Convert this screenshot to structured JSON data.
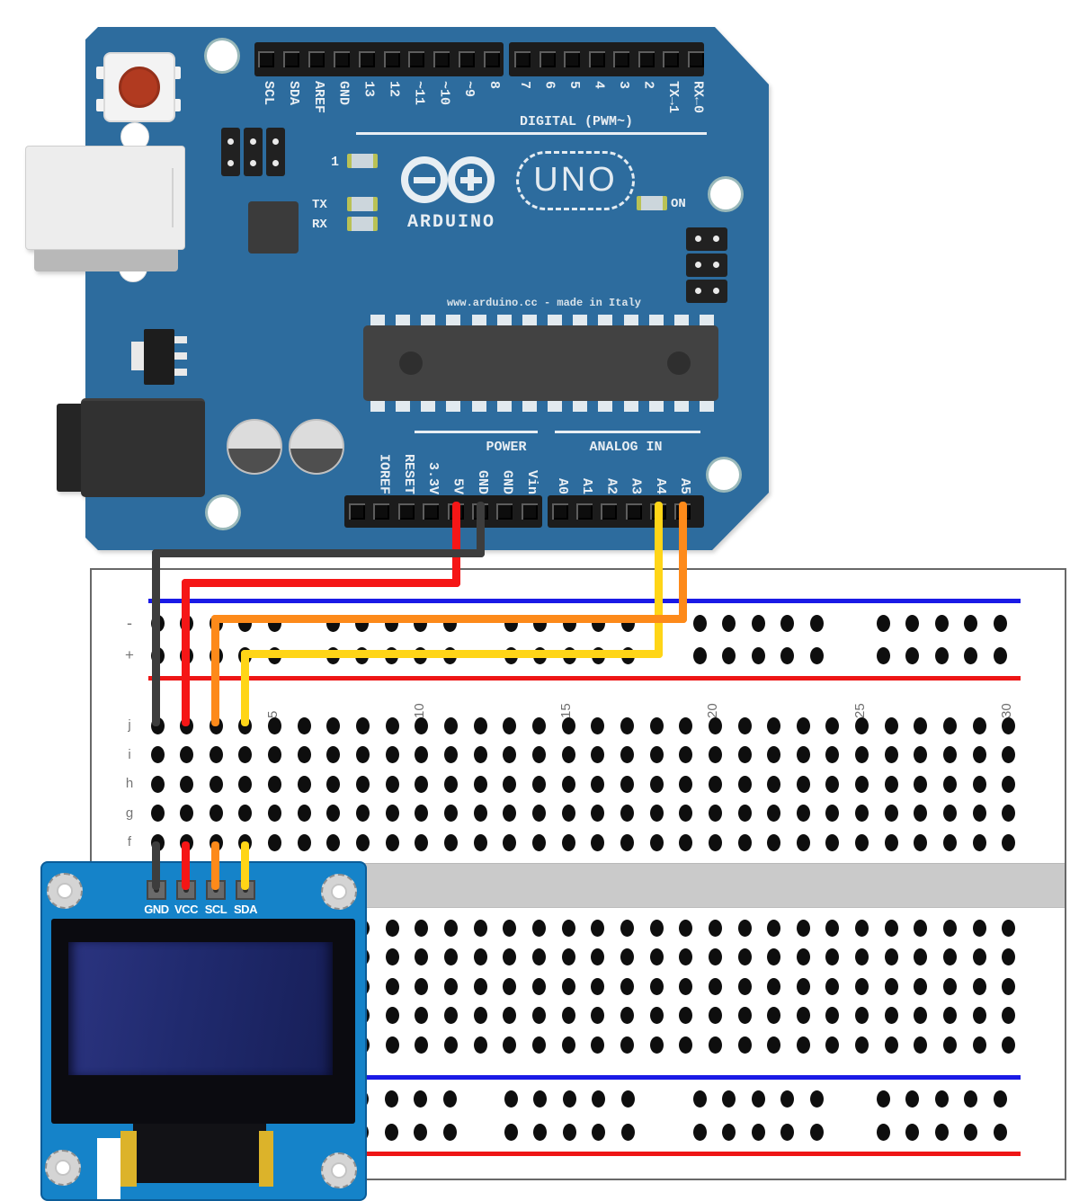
{
  "arduino": {
    "board_color": "#2d6c9e",
    "logo_text": "ARDUINO",
    "board_name": "UNO",
    "made_in_text": "www.arduino.cc - made in Italy",
    "digital_section_label": "DIGITAL (PWM~)",
    "power_section_label": "POWER",
    "analog_section_label": "ANALOG IN",
    "digital_pin_labels_left": [
      "SCL",
      "SDA",
      "AREF",
      "GND",
      "13",
      "12",
      "~11",
      "~10",
      "~9",
      "8"
    ],
    "digital_pin_labels_right": [
      "7",
      "6",
      "5",
      "4",
      "3",
      "2",
      "TX→1",
      "RX←0"
    ],
    "power_pin_labels": [
      "IOREF",
      "RESET",
      "3.3V",
      "5V",
      "GND",
      "GND",
      "Vin"
    ],
    "analog_pin_labels": [
      "A0",
      "A1",
      "A2",
      "A3",
      "A4",
      "A5"
    ],
    "led_labels": {
      "pin13": "1",
      "tx": "TX",
      "rx": "RX",
      "power": "ON"
    }
  },
  "breadboard": {
    "column_numbers": [
      "5",
      "10",
      "15",
      "20",
      "25",
      "30"
    ],
    "row_letters": [
      "j",
      "i",
      "h",
      "g",
      "f"
    ],
    "rail_negative_label": "-",
    "rail_positive_label": "+",
    "rail_negative_color": "#1a1ae6",
    "rail_positive_color": "#ee1515"
  },
  "oled": {
    "pin_labels": [
      "GND",
      "VCC",
      "SCL",
      "SDA"
    ],
    "pcb_color": "#1583c9",
    "screen_color": "#202a6e"
  },
  "wires": [
    {
      "name": "sda-wire",
      "color": "#ffd517"
    },
    {
      "name": "scl-wire",
      "color": "#fd8a1a"
    },
    {
      "name": "5v-wire",
      "color": "#f51616"
    },
    {
      "name": "gnd-wire",
      "color": "#3d3d3d"
    }
  ]
}
